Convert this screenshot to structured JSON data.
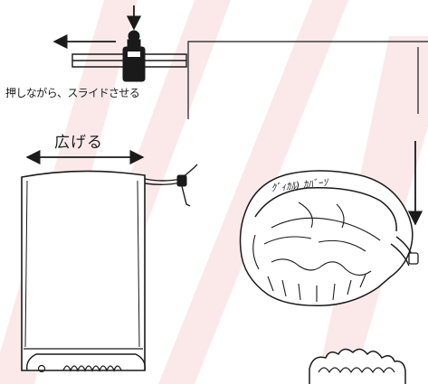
{
  "labels": {
    "slide_instruction": "押しながら、スライドさせる",
    "widen_instruction": "広げる",
    "cover_scribble": "ｸﾞｨｶﾙ) ｶﾊﾞｰｿ"
  },
  "colors": {
    "line": "#1a1a1a",
    "watermark": "#fbe9ea",
    "background": "#ffffff"
  },
  "icons": {
    "press_arrow": "arrow-down-icon",
    "slide_arrow": "arrow-left-icon",
    "widen_arrow": "double-arrow-icon",
    "step_arrow": "arrow-down-icon"
  }
}
